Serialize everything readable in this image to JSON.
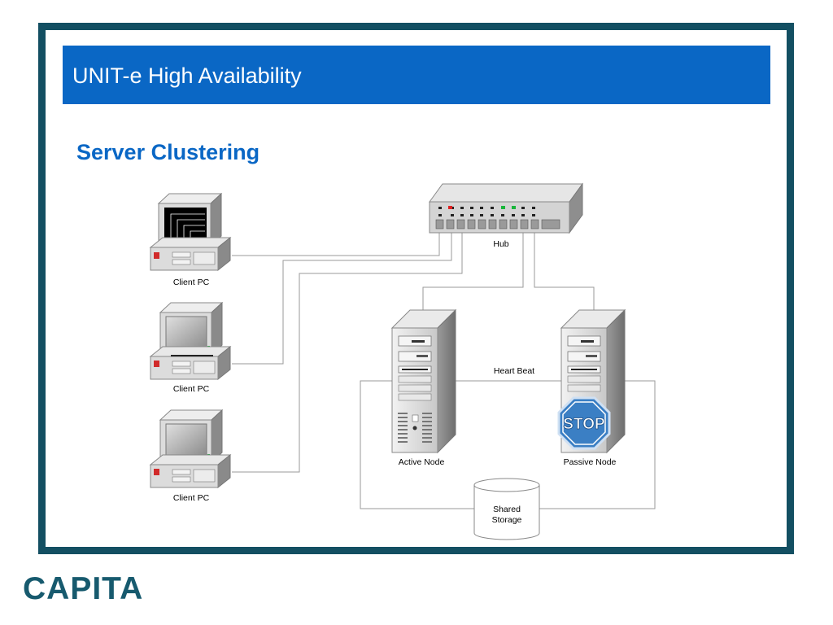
{
  "slide": {
    "title": "UNIT-e High Availability",
    "subtitle": "Server Clustering"
  },
  "diagram": {
    "hub_label": "Hub",
    "client_label": "Client PC",
    "active_label": "Active Node",
    "passive_label": "Passive Node",
    "heartbeat_label": "Heart Beat",
    "storage_label_1": "Shared",
    "storage_label_2": "Storage",
    "stop_text": "STOP"
  },
  "colors": {
    "frame": "#134f62",
    "title_bar": "#0a67c5",
    "subtitle": "#0a67c5",
    "logo": "#175a6e",
    "stop_sign": "#3b7fc4"
  },
  "footer": {
    "logo_text": "CAPITA"
  }
}
